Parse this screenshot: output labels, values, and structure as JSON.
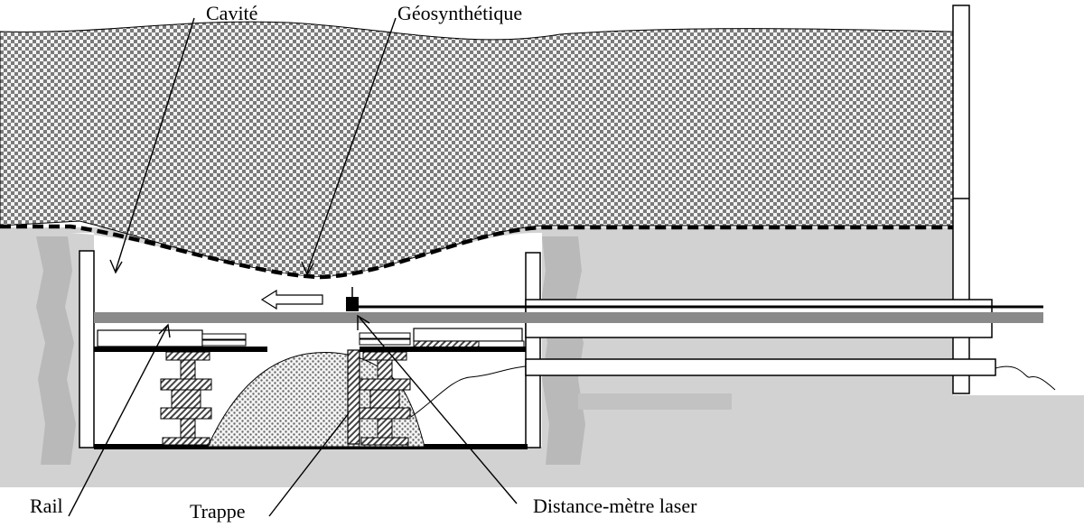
{
  "labels": {
    "cavity": "Cavité",
    "geosynthetic": "Géosynthétique",
    "rail": "Rail",
    "trapdoor": "Trappe",
    "laser_rangefinder": "Distance-mètre laser"
  },
  "colors": {
    "soil": "#8c8c8c",
    "ground": "#d0d0d0",
    "rail": "#8a8a8a",
    "outline": "#000000",
    "background": "#ffffff"
  },
  "icons": {
    "movement_arrow": "left-arrow-icon"
  }
}
